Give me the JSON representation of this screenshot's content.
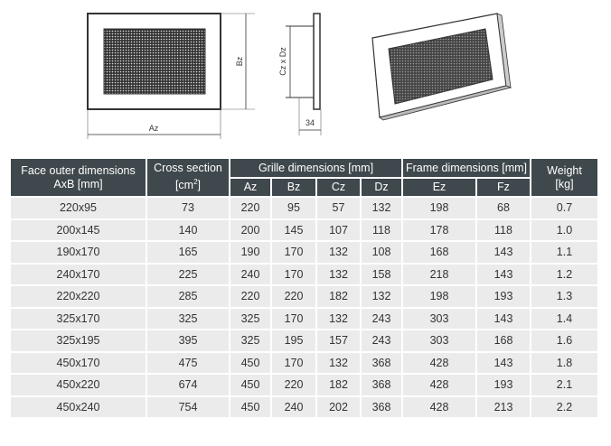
{
  "drawing": {
    "label_az": "Az",
    "label_bz": "Bz",
    "label_cxd": "Cz x Dz",
    "label_depth": "34"
  },
  "table": {
    "headers": {
      "face": "Face outer dimensions",
      "face_sub": "AxB [mm]",
      "cross": "Cross section",
      "cross_sub": "[cm",
      "cross_sup": "2",
      "cross_end": "]",
      "grille": "Grille dimensions [mm]",
      "frame": "Frame dimensions [mm]",
      "weight": "Weight",
      "weight_sub": "[kg]",
      "sub": [
        "Az",
        "Bz",
        "Cz",
        "Dz",
        "Ez",
        "Fz"
      ]
    },
    "rows": [
      [
        "220x95",
        "73",
        "220",
        "95",
        "57",
        "132",
        "198",
        "68",
        "0.7"
      ],
      [
        "200x145",
        "140",
        "200",
        "145",
        "107",
        "118",
        "178",
        "118",
        "1.0"
      ],
      [
        "190x170",
        "165",
        "190",
        "170",
        "132",
        "108",
        "168",
        "143",
        "1.1"
      ],
      [
        "240x170",
        "225",
        "240",
        "170",
        "132",
        "158",
        "218",
        "143",
        "1.2"
      ],
      [
        "220x220",
        "285",
        "220",
        "220",
        "182",
        "132",
        "198",
        "193",
        "1.3"
      ],
      [
        "325x170",
        "325",
        "325",
        "170",
        "132",
        "243",
        "303",
        "143",
        "1.4"
      ],
      [
        "325x195",
        "395",
        "325",
        "195",
        "157",
        "243",
        "303",
        "168",
        "1.6"
      ],
      [
        "450x170",
        "475",
        "450",
        "170",
        "132",
        "368",
        "428",
        "143",
        "1.8"
      ],
      [
        "450x220",
        "674",
        "450",
        "220",
        "182",
        "368",
        "428",
        "193",
        "2.1"
      ],
      [
        "450x240",
        "754",
        "450",
        "240",
        "202",
        "368",
        "428",
        "213",
        "2.2"
      ]
    ]
  }
}
